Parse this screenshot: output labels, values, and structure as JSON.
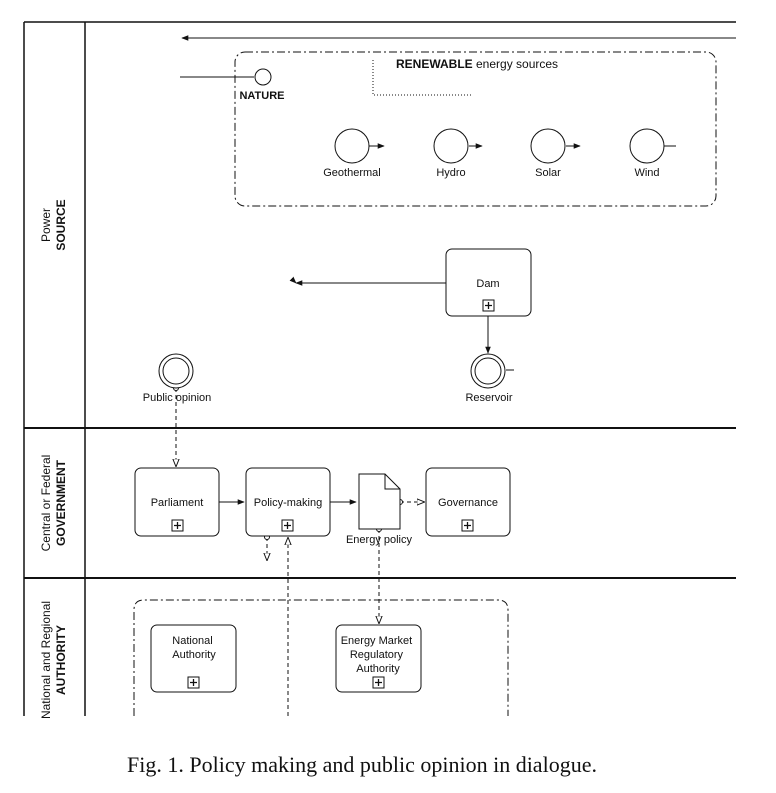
{
  "lanes": {
    "source": {
      "line1": "Power",
      "line2": "SOURCE"
    },
    "government": {
      "line1": "Central or Federal",
      "line2": "GOVERNMENT"
    },
    "authority": {
      "line1": "National and Regional",
      "line2": "AUTHORITY"
    }
  },
  "renewable_group": {
    "bold": "RENEWABLE",
    "rest": " energy sources"
  },
  "events": {
    "nature": "NATURE",
    "geothermal": "Geothermal",
    "hydro": "Hydro",
    "solar": "Solar",
    "wind": "Wind",
    "public_opinion": "Public opinion",
    "reservoir": "Reservoir"
  },
  "tasks": {
    "dam": "Dam",
    "parliament": "Parliament",
    "policy_making": "Policy-making",
    "governance": "Governance",
    "national_authority": [
      "National",
      "Authority"
    ],
    "emra": [
      "Energy Market",
      "Regulatory",
      "Authority"
    ]
  },
  "data_objects": {
    "energy_policy": "Energy policy"
  },
  "caption": "Fig. 1.  Policy making and public opinion in dialogue."
}
